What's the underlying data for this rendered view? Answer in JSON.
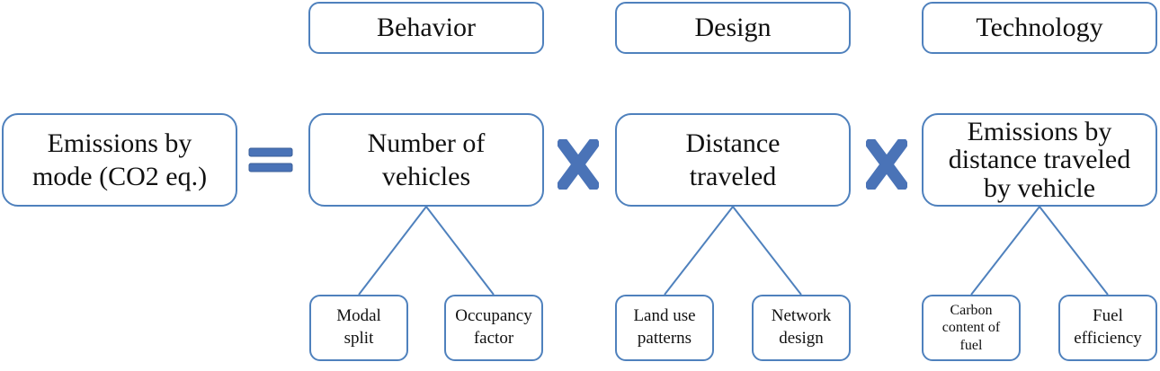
{
  "colors": {
    "border": "#4f81bd",
    "operator_fill": "#4a73b7",
    "text": "#111111"
  },
  "categories": {
    "behavior": "Behavior",
    "design": "Design",
    "technology": "Technology"
  },
  "equation": {
    "result": "Emissions by\nmode (CO2 eq.)",
    "factor_vehicles": "Number of\nvehicles",
    "factor_distance": "Distance\ntraveled",
    "factor_emissions_per_distance": "Emissions by\ndistance traveled\nby vehicle",
    "equals_icon": "equals-sign-icon",
    "times_icon": "multiplication-x-icon"
  },
  "subfactors": {
    "modal_split": "Modal\nsplit",
    "occupancy_factor": "Occupancy\nfactor",
    "land_use_patterns": "Land use\npatterns",
    "network_design": "Network\ndesign",
    "carbon_content_of_fuel": "Carbon\ncontent of\nfuel",
    "fuel_efficiency": "Fuel\nefficiency"
  }
}
